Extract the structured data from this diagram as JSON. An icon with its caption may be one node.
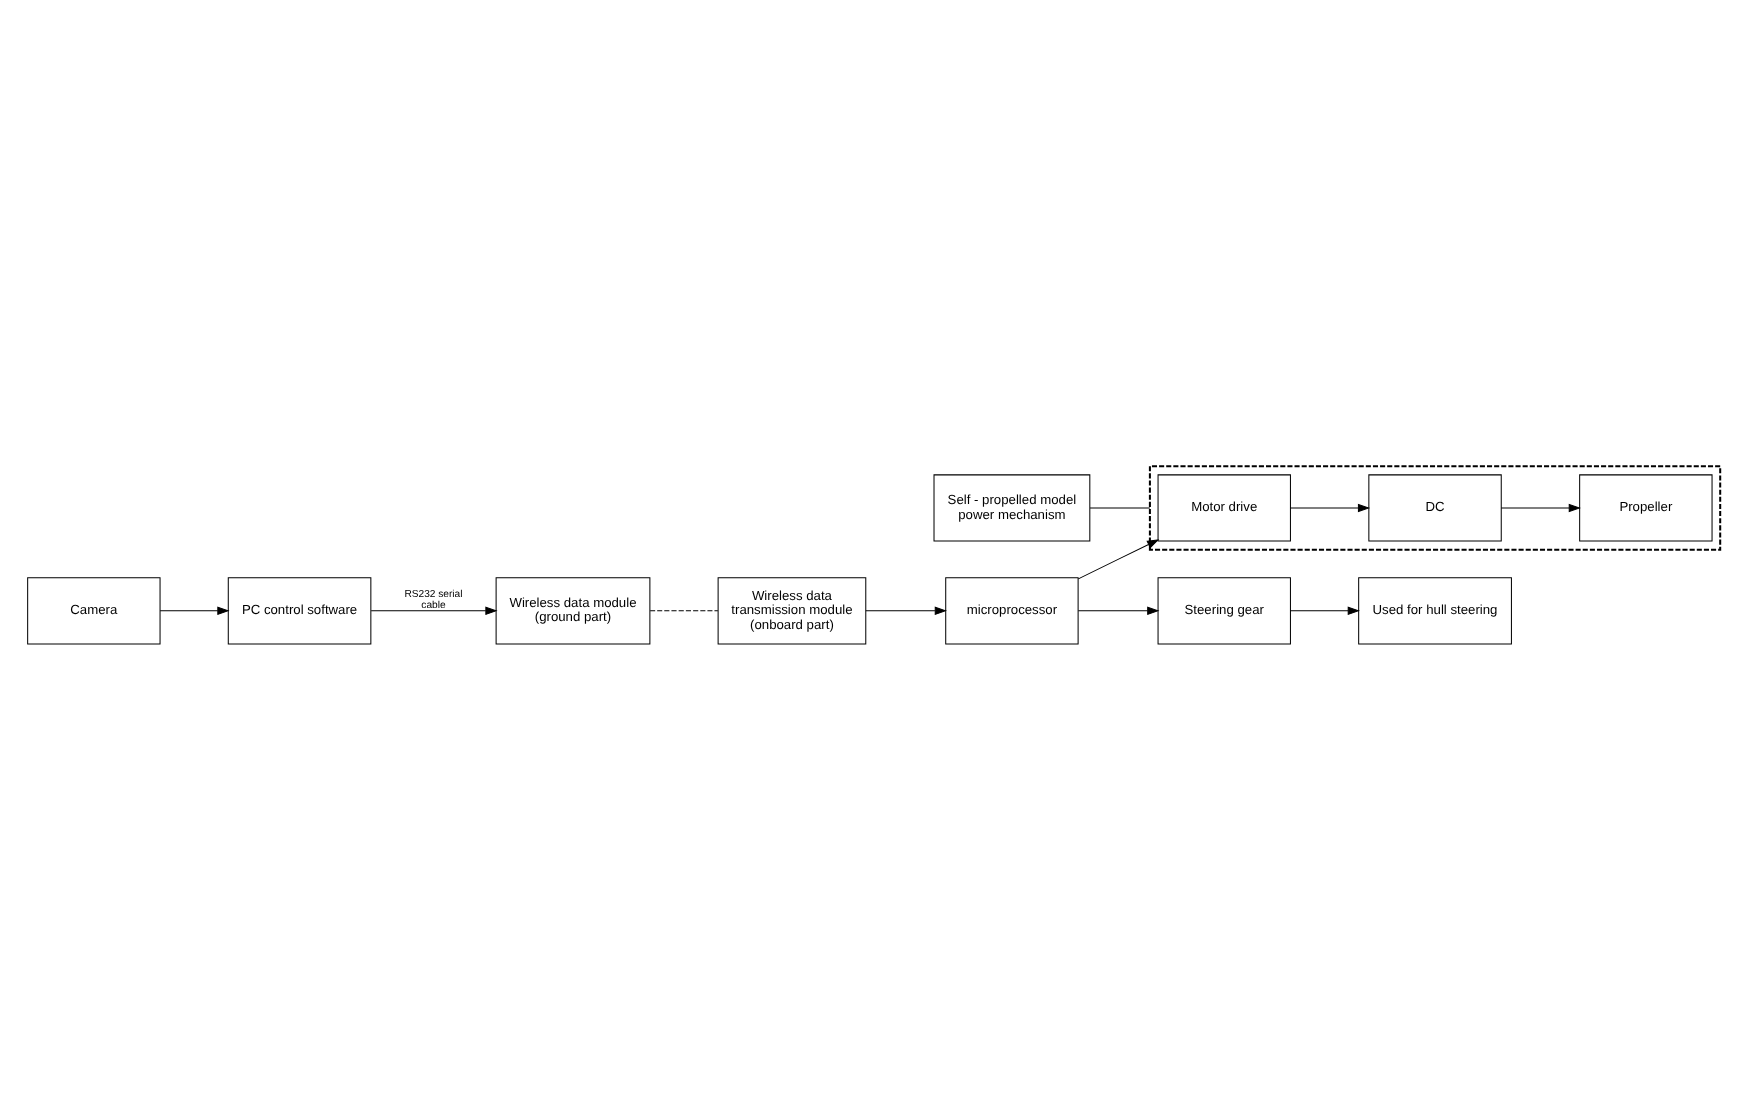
{
  "diagram": {
    "nodes": [
      {
        "text": [
          "Wireless data module (ground part)"
        ]
      },
      {
        "text": [
          "PC control software"
        ]
      },
      {
        "text": [
          "Camera"
        ]
      },
      {
        "text": [
          "Self - propelled model power mechanism"
        ]
      },
      {
        "text": [
          "Wireless data transmission module (onboard part)"
        ]
      },
      {
        "text": [],
        "shape": "box"
      },
      {
        "text": [
          "Motor drive"
        ],
        "in": 5
      },
      {
        "text": [
          "DC"
        ],
        "in": 5
      },
      {
        "text": [
          "Propeller"
        ],
        "in": 5
      },
      {
        "text": [
          "microprocessor"
        ]
      },
      {
        "text": [
          "Steering gear"
        ]
      },
      {
        "text": [
          "Used for hull steering"
        ]
      }
    ],
    "edges": [
      {
        "from": 2,
        "to": 1,
        "arrow": "to"
      },
      {
        "from": 1,
        "to": 0,
        "arrow": "to",
        "label": "RS232 serial cable"
      },
      {
        "from": 0,
        "to": 4,
        "arrow": "none",
        "style": "dashed"
      },
      {
        "from": 4,
        "to": 9,
        "arrow": "to"
      },
      {
        "from": 3,
        "to": 5,
        "arrow": "none"
      },
      {
        "from": 9,
        "to": 6,
        "arrow": "to"
      },
      {
        "from": 6,
        "to": 7,
        "arrow": "to"
      },
      {
        "from": 7,
        "to": 8,
        "arrow": "to"
      },
      {
        "from": 9,
        "to": 10,
        "arrow": "to"
      },
      {
        "from": 10,
        "to": 11,
        "arrow": "to"
      }
    ]
  }
}
